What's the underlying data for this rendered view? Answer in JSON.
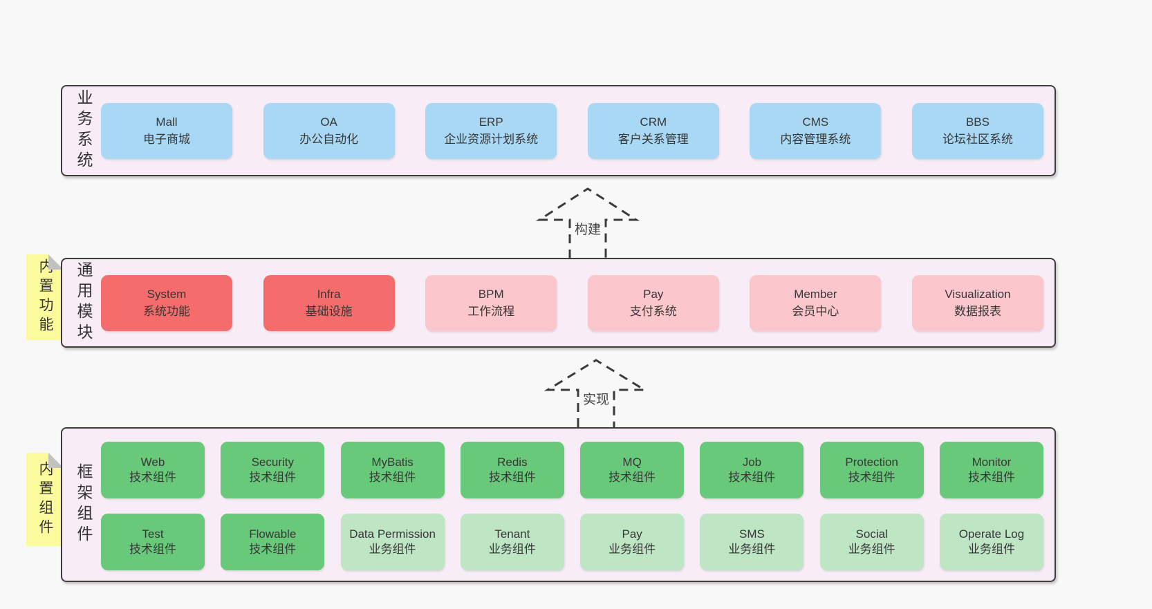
{
  "colors": {
    "page_bg": "#f8f8f8",
    "panel_bg": "#f8edf6",
    "panel_border": "#3d3d3d",
    "blue": "#a9d8f4",
    "red": "#f56c6c",
    "pink": "#fcc6cd",
    "green": "#69c97a",
    "light_green": "#bee6c5",
    "note_yellow": "#fbfa9d",
    "fold_gray": "#c2c2c2",
    "text": "#333333"
  },
  "arrows": {
    "build": "构建",
    "implement": "实现"
  },
  "business": {
    "side_label": "业务系统",
    "boxes": [
      {
        "title": "Mall",
        "subtitle": "电子商城"
      },
      {
        "title": "OA",
        "subtitle": "办公自动化"
      },
      {
        "title": "ERP",
        "subtitle": "企业资源计划系统"
      },
      {
        "title": "CRM",
        "subtitle": "客户关系管理"
      },
      {
        "title": "CMS",
        "subtitle": "内容管理系统"
      },
      {
        "title": "BBS",
        "subtitle": "论坛社区系统"
      }
    ]
  },
  "modules": {
    "side_label": "通用模块",
    "note": "内置功能",
    "boxes": [
      {
        "title": "System",
        "subtitle": "系统功能"
      },
      {
        "title": "Infra",
        "subtitle": "基础设施"
      },
      {
        "title": "BPM",
        "subtitle": "工作流程"
      },
      {
        "title": "Pay",
        "subtitle": "支付系统"
      },
      {
        "title": "Member",
        "subtitle": "会员中心"
      },
      {
        "title": "Visualization",
        "subtitle": "数据报表"
      }
    ]
  },
  "components": {
    "side_label": "框架组件",
    "note": "内置组件",
    "row1": [
      {
        "title": "Web",
        "subtitle": "技术组件"
      },
      {
        "title": "Security",
        "subtitle": "技术组件"
      },
      {
        "title": "MyBatis",
        "subtitle": "技术组件"
      },
      {
        "title": "Redis",
        "subtitle": "技术组件"
      },
      {
        "title": "MQ",
        "subtitle": "技术组件"
      },
      {
        "title": "Job",
        "subtitle": "技术组件"
      },
      {
        "title": "Protection",
        "subtitle": "技术组件"
      },
      {
        "title": "Monitor",
        "subtitle": "技术组件"
      }
    ],
    "row2": [
      {
        "title": "Test",
        "subtitle": "技术组件"
      },
      {
        "title": "Flowable",
        "subtitle": "技术组件"
      },
      {
        "title": "Data Permission",
        "subtitle": "业务组件"
      },
      {
        "title": "Tenant",
        "subtitle": "业务组件"
      },
      {
        "title": "Pay",
        "subtitle": "业务组件"
      },
      {
        "title": "SMS",
        "subtitle": "业务组件"
      },
      {
        "title": "Social",
        "subtitle": "业务组件"
      },
      {
        "title": "Operate Log",
        "subtitle": "业务组件"
      }
    ]
  }
}
